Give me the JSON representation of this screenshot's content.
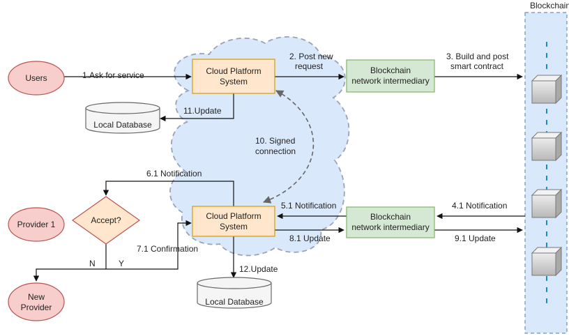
{
  "blockchain_title": "Blockchain",
  "nodes": {
    "users": "Users",
    "provider1": "Provider 1",
    "new_provider_line1": "New",
    "new_provider_line2": "Provider",
    "cloud_top_line1": "Cloud Platform",
    "cloud_top_line2": "System",
    "cloud_bottom_line1": "Cloud Platform",
    "cloud_bottom_line2": "System",
    "bni_top_line1": "Blockchain",
    "bni_top_line2": "network intermediary",
    "bni_bottom_line1": "Blockchain",
    "bni_bottom_line2": "network intermediary",
    "local_db_top": "Local Database",
    "local_db_bottom": "Local Database",
    "decision": "Accept?"
  },
  "edges": {
    "ask_service": "1.Ask for  service",
    "post_request_line1": "2. Post new",
    "post_request_line2": "request",
    "build_contract_line1": "3. Build and post",
    "build_contract_line2": "smart contract",
    "notification_4_1": "4.1 Notification",
    "notification_5_1": "5.1 Notification",
    "notification_6_1": "6.1 Notification",
    "confirmation_7_1": "7.1 Confirmation",
    "update_8_1": "8.1 Update",
    "update_9_1": "9.1 Update",
    "signed_line1": "10. Signed",
    "signed_line2": "connection",
    "update_11": "11.Update",
    "update_12": "12.Update",
    "branch_no": "N",
    "branch_yes": "Y"
  },
  "colors": {
    "user_fill": "#f8cecc",
    "user_stroke": "#b85450",
    "cloud_node_fill": "#ffe6cc",
    "cloud_node_stroke": "#d79b00",
    "bni_fill": "#d5e8d4",
    "bni_stroke": "#82b366",
    "decision_fill": "#ffe6cc",
    "cloud_bg_fill": "#dae8fc",
    "cloud_bg_stroke": "#9aa3b5",
    "chain_fill": "#dae8fc",
    "chain_stroke": "#6c8ebf",
    "chain_dash": "#1f88c8",
    "db_fill": "#f5f5f5",
    "db_stroke": "#666666"
  }
}
